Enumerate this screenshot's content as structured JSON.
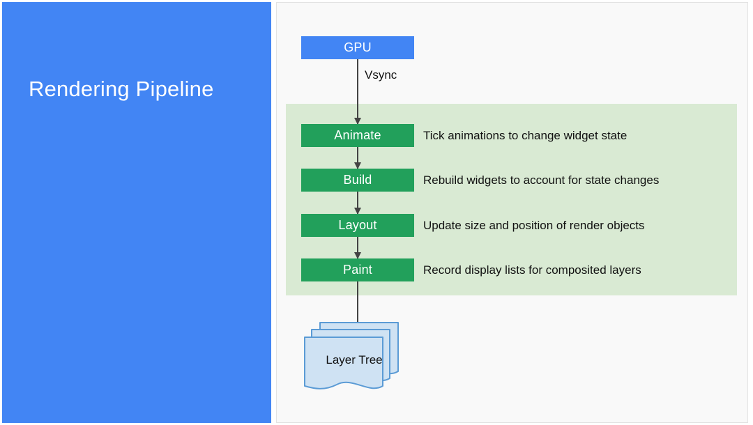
{
  "slide": {
    "title": "Rendering Pipeline",
    "colors": {
      "title_panel_bg": "#4285f4",
      "diagram_panel_bg": "#f9f9f9",
      "band_bg": "#d9ead3",
      "stage_box": "#22a05b",
      "gpu_box": "#4285f4",
      "arrow": "#434343",
      "layer_card_fill": "#cfe2f3",
      "layer_card_stroke": "#5b9bd5",
      "text_dark": "#111111",
      "text_light": "#ffffff"
    }
  },
  "diagram": {
    "source_node": {
      "label": "GPU"
    },
    "vsync_label": "Vsync",
    "stages": [
      {
        "label": "Animate",
        "description": "Tick animations to change widget state"
      },
      {
        "label": "Build",
        "description": "Rebuild widgets to account for state changes"
      },
      {
        "label": "Layout",
        "description": "Update size and position of render objects"
      },
      {
        "label": "Paint",
        "description": "Record display lists for composited layers"
      }
    ],
    "output_node": {
      "label": "Layer Tree",
      "card_count": 3
    }
  }
}
